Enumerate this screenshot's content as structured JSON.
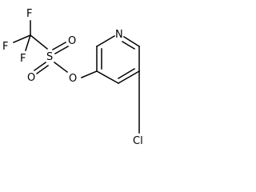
{
  "molecule": {
    "atoms": {
      "F_top": "F",
      "F_left": "F",
      "F_lower": "F",
      "S": "S",
      "O_upper": "O",
      "O_left": "O",
      "O_ester": "O",
      "N": "N",
      "Cl": "Cl"
    }
  }
}
